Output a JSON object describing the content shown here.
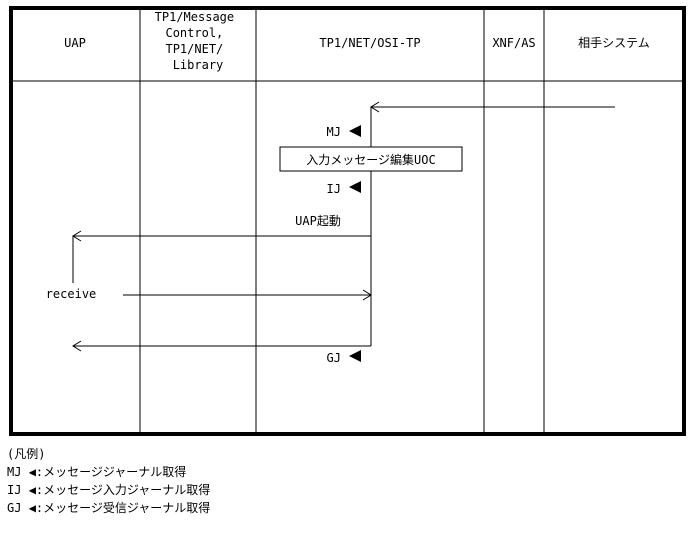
{
  "columns": [
    {
      "label_lines": [
        "UAP"
      ]
    },
    {
      "label_lines": [
        "TP1/Message",
        "Control,",
        "TP1/NET/",
        "Library"
      ]
    },
    {
      "label_lines": [
        "TP1/NET/OSI-TP"
      ]
    },
    {
      "label_lines": [
        "XNF/AS"
      ]
    },
    {
      "label_lines": [
        "相手システム"
      ]
    }
  ],
  "diagram": {
    "mj_label": "MJ",
    "uoc_box": "入力メッセージ編集UOC",
    "ij_label": "IJ",
    "uap_start": "UAP起動",
    "receive": "receive",
    "gj_label": "GJ"
  },
  "legend": {
    "title": "(凡例)",
    "items": [
      {
        "code": "MJ",
        "desc": ":メッセージジャーナル取得"
      },
      {
        "code": "IJ",
        "desc": ":メッセージ入力ジャーナル取得"
      },
      {
        "code": "GJ",
        "desc": ":メッセージ受信ジャーナル取得"
      }
    ]
  },
  "colors": {
    "line": "#000000",
    "background": "#ffffff"
  }
}
